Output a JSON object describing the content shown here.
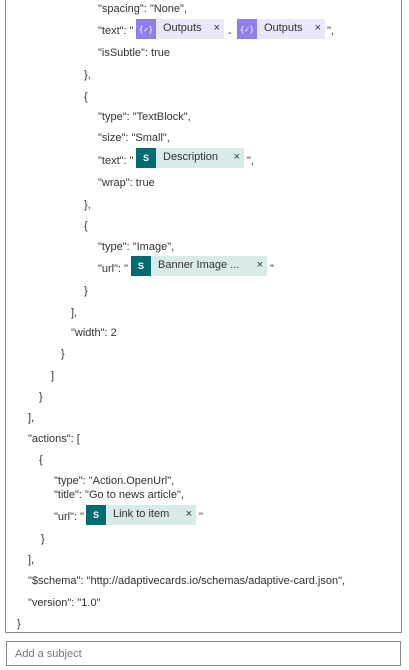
{
  "code_lines": [
    "\"spacing\": \"None\",",
    "\"text\": \"",
    "\"isSubtle\": true",
    "},",
    "{",
    "\"type\": \"TextBlock\",",
    "\"size\": \"Small\",",
    "\"text\": \"",
    "\"wrap\": true",
    "},",
    "{",
    "\"type\": \"Image\",",
    "\"url\": \"",
    "}",
    "],",
    "\"width\": 2",
    "}",
    "]",
    "}",
    "],",
    "\"actions\": [",
    "{",
    "\"type\": \"Action.OpenUrl\",",
    "\"title\": \"Go to news article\",",
    "\"url\": \"",
    "}",
    "],",
    "\"$schema\": \"http://adaptivecards.io/schemas/adaptive-card.json\",",
    "\"version\": \"1.0\"",
    "}"
  ],
  "fragments": {
    "sep": "-",
    "close_quote_comma": "\",",
    "close_quote": "\""
  },
  "tokens": [
    {
      "label": "Outputs",
      "icon": "expression-icon",
      "close": "×"
    },
    {
      "label": "Outputs",
      "icon": "expression-icon",
      "close": "×"
    },
    {
      "label": "Description",
      "icon": "sharepoint-icon",
      "close": "×"
    },
    {
      "label": "Banner Image ...",
      "icon": "sharepoint-icon",
      "close": "×"
    },
    {
      "label": "Link to item",
      "icon": "sharepoint-icon",
      "close": "×"
    }
  ],
  "icon_glyphs": {
    "expression": "{✓}",
    "sharepoint": "S"
  },
  "subject": {
    "placeholder": "Add a subject"
  },
  "colors": {
    "expression_token": "#eae7fb",
    "expression_icon": "#8e7ef0",
    "sharepoint_token": "#d8ebe9",
    "sharepoint_icon": "#036c70"
  }
}
